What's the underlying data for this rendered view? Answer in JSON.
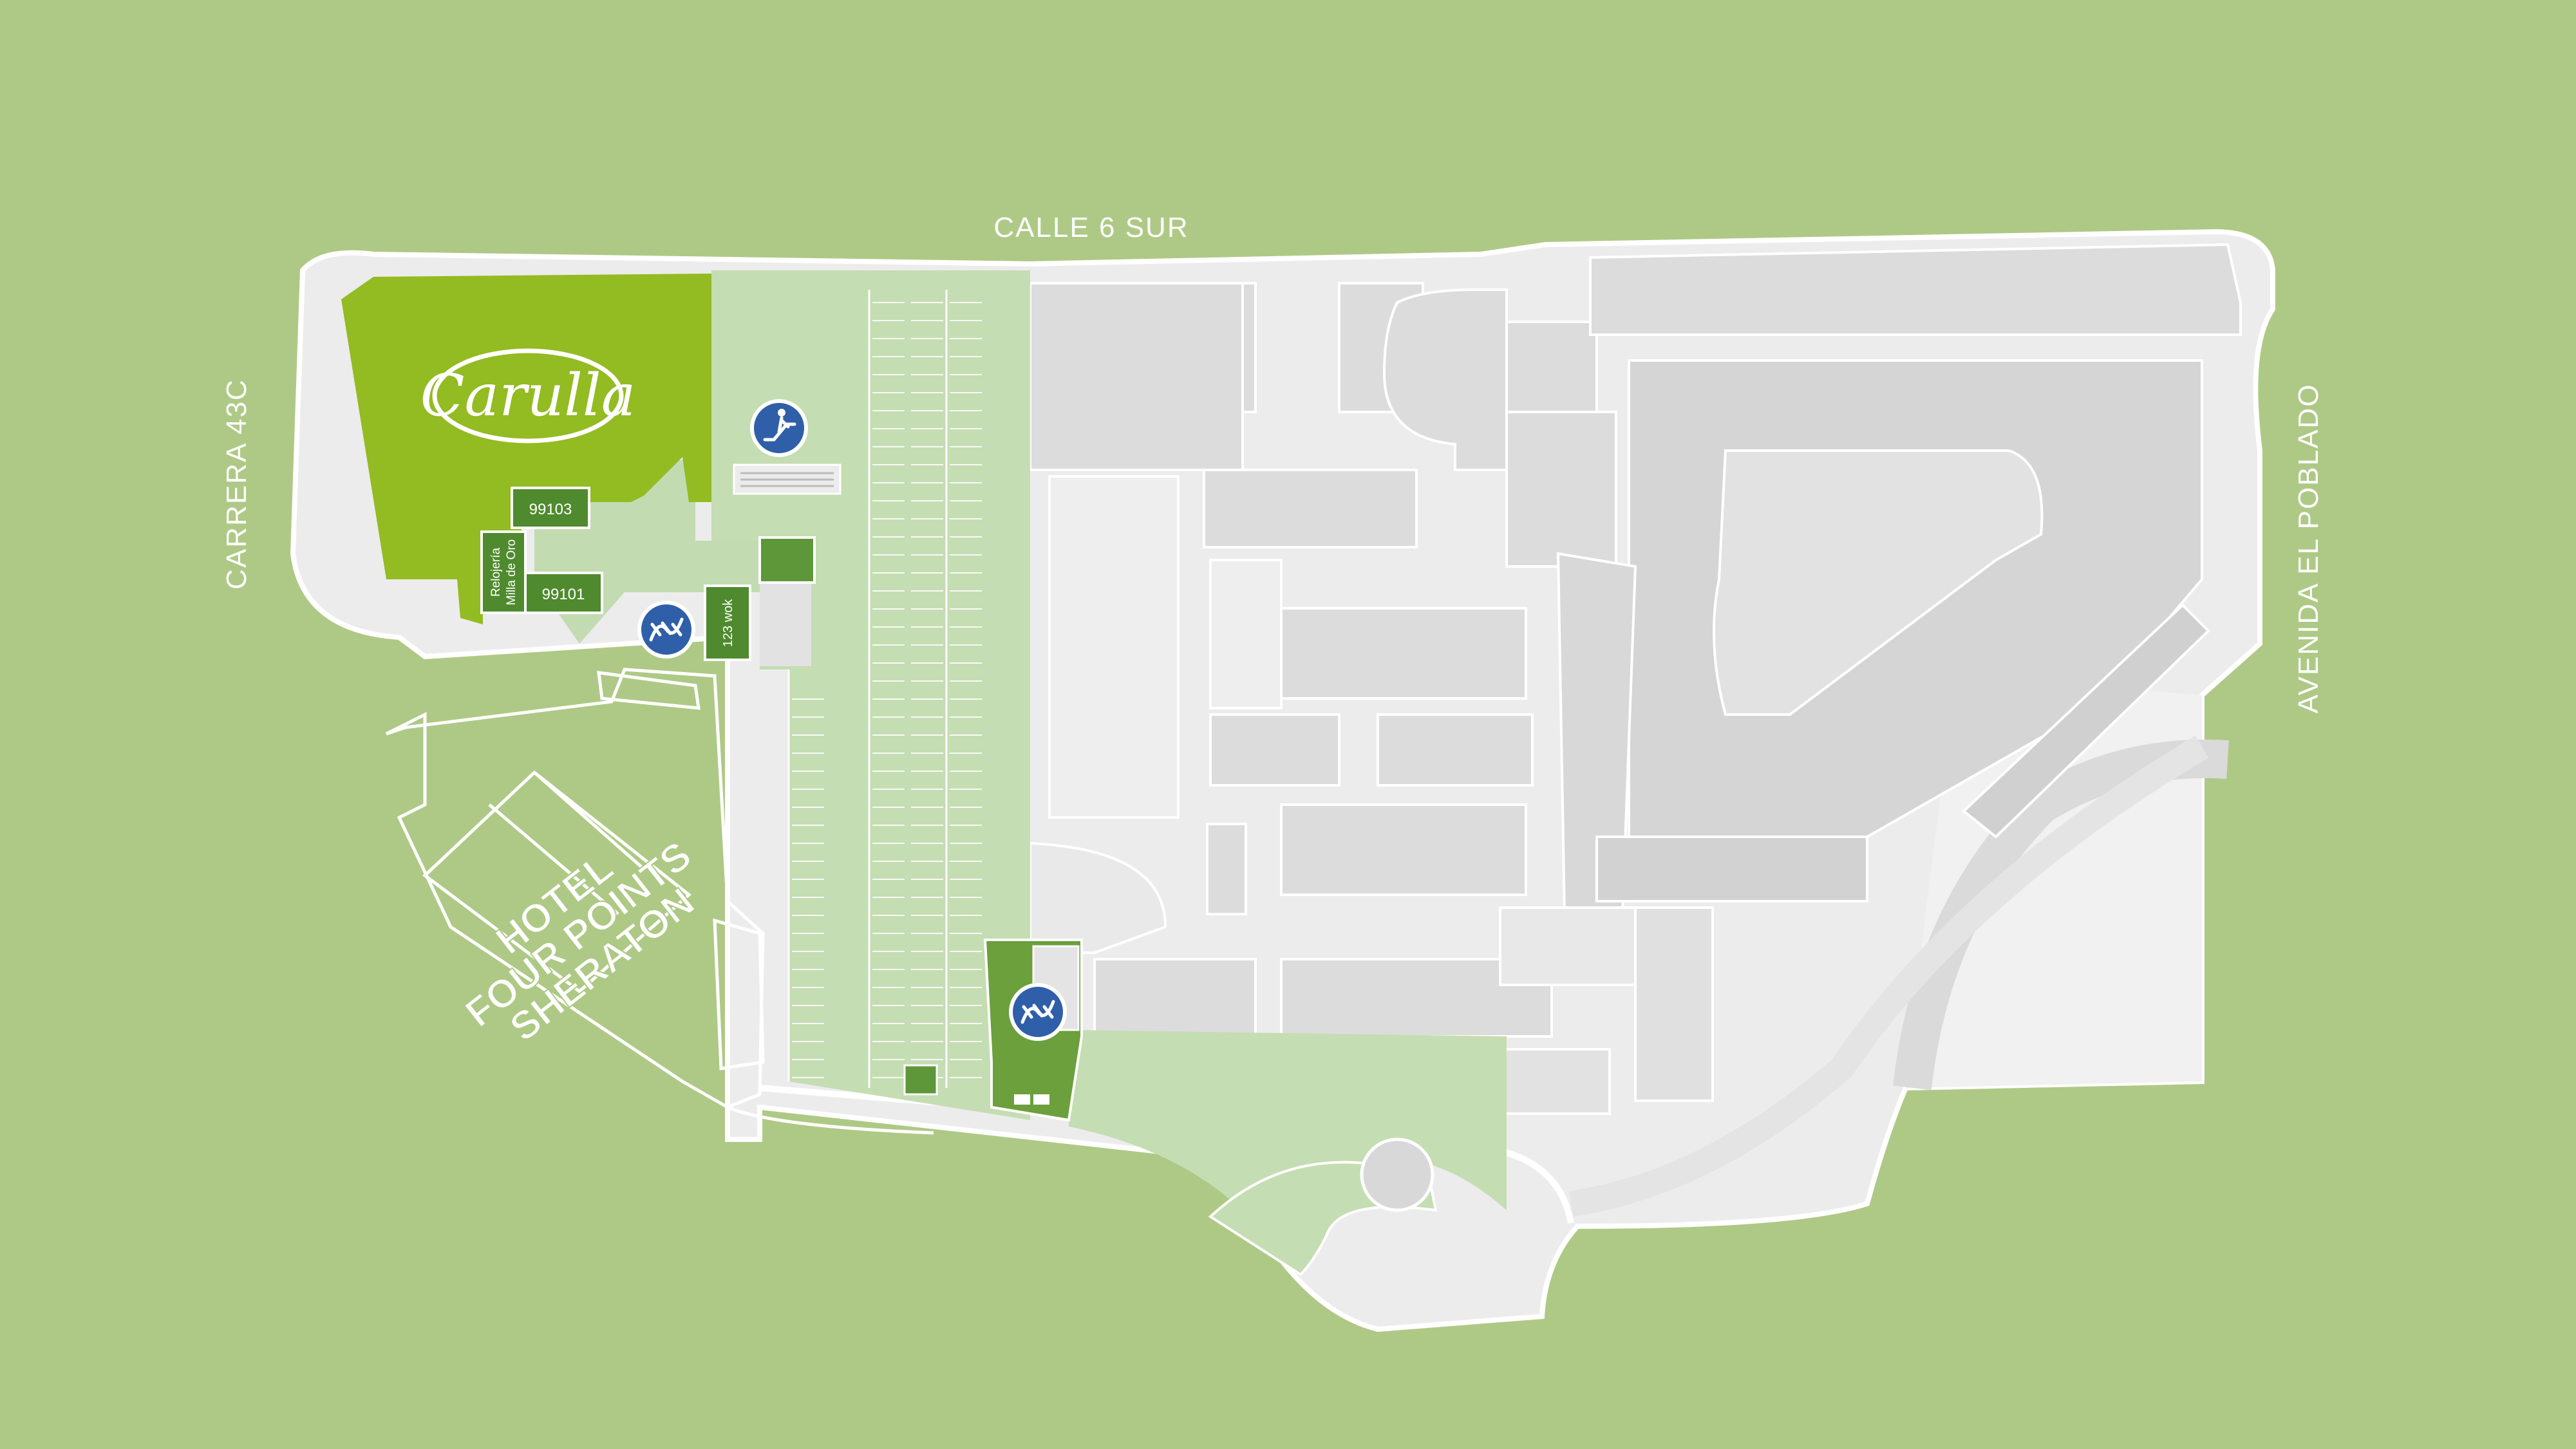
{
  "streets": {
    "north": "CALLE 6 SUR",
    "west": "CARRERA 43C",
    "east": "AVENIDA EL POBLADO"
  },
  "anchor_store": {
    "name": "Carulla",
    "color": "#93bb22"
  },
  "stores": [
    {
      "id": "99103",
      "label": "99103"
    },
    {
      "id": "99101",
      "label": "99101"
    },
    {
      "id": "reloj-line1",
      "label": "Relojería"
    },
    {
      "id": "reloj-line2",
      "label": "Milla de Oro"
    },
    {
      "id": "wok",
      "label": "123 wok"
    }
  ],
  "hotel": {
    "line1": "HOTEL",
    "line2": "FOUR POINTS",
    "line3": "SHERATON"
  },
  "icons": [
    "escalator-icon",
    "ramp-icon",
    "ramp-icon"
  ],
  "colors": {
    "background": "#aec985",
    "building": "#dcdcdc",
    "building_dark": "#cfcfcf",
    "parking": "#c5ddb2",
    "store": "#4f8a2e",
    "icon": "#2f5fa8"
  }
}
